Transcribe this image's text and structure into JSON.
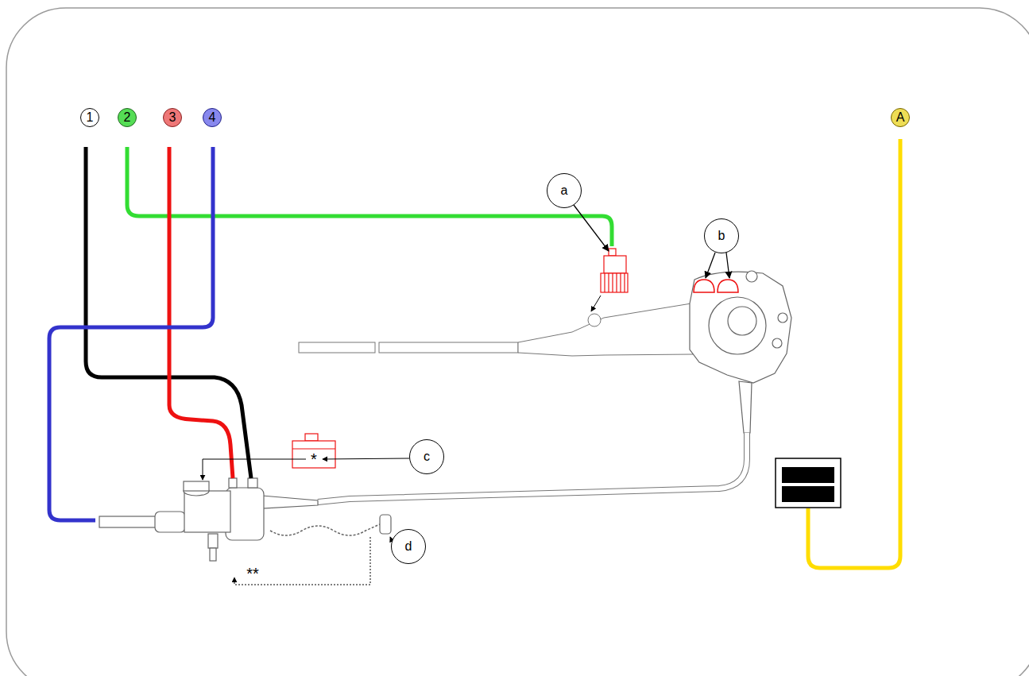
{
  "diagram": {
    "nodes": [
      {
        "text": [
          "1"
        ]
      },
      {
        "text": [
          "2"
        ]
      },
      {
        "text": [
          "3"
        ]
      },
      {
        "text": [
          "4"
        ]
      },
      {
        "text": [
          "A"
        ]
      },
      {
        "text": [
          "a"
        ]
      },
      {
        "text": [
          "b"
        ]
      },
      {
        "text": [
          "c"
        ]
      },
      {
        "text": [
          "d"
        ]
      }
    ],
    "labels": [
      "*",
      "**"
    ]
  }
}
